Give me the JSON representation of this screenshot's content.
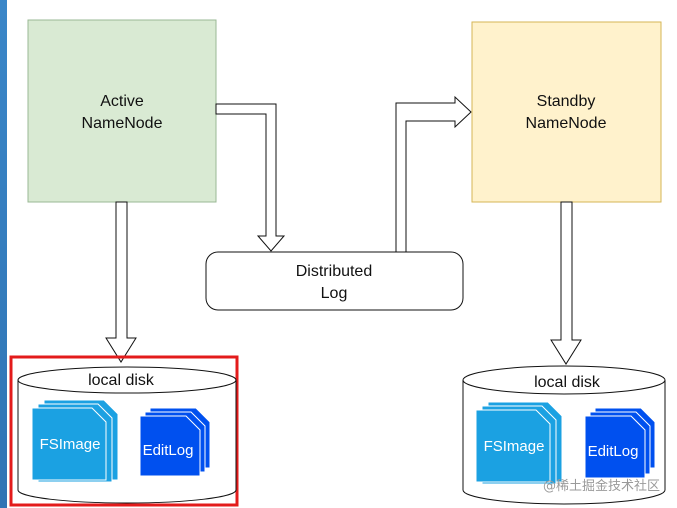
{
  "nodes": {
    "active_line1": "Active",
    "active_line2": "NameNode",
    "standby_line1": "Standby",
    "standby_line2": "NameNode",
    "log_line1": "Distributed",
    "log_line2": "Log"
  },
  "left_disk": {
    "label": "local disk",
    "fsimage": "FSImage",
    "editlog": "EditLog"
  },
  "right_disk": {
    "label": "local disk",
    "fsimage": "FSImage",
    "editlog": "EditLog"
  },
  "watermark": "@稀土掘金技术社区",
  "colors": {
    "active_fill": "#d9ead3",
    "standby_fill": "#fff2cc",
    "fsimage_fill": "#1ba1e2",
    "editlog_fill": "#0050ef",
    "highlight_border": "#e31b1b",
    "accent_strip": "#3a86c8"
  }
}
